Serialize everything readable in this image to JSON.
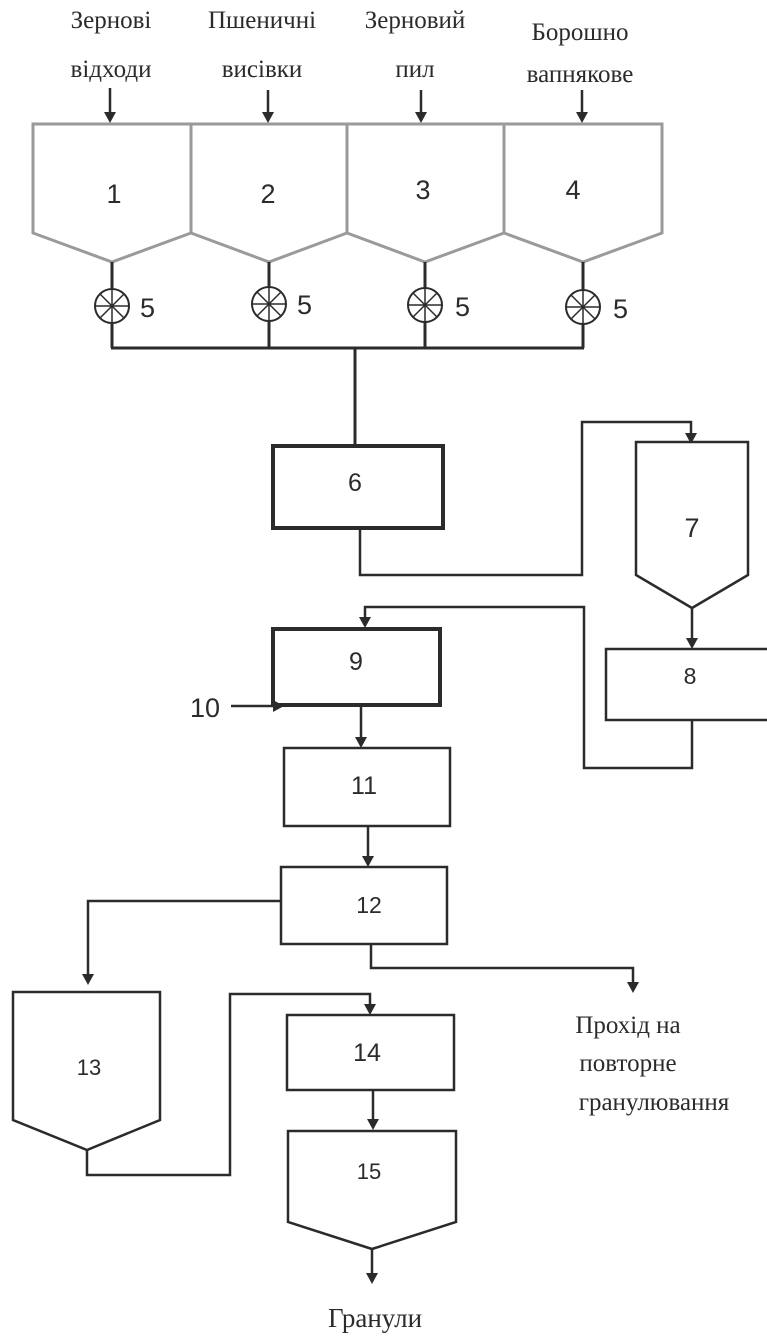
{
  "inputs": [
    {
      "line1": "Зернові",
      "line2": "відходи"
    },
    {
      "line1": "Пшеничні",
      "line2": "висівки"
    },
    {
      "line1": "Зерновий",
      "line2": "пил"
    },
    {
      "line1": "Борошно",
      "line2": "вапнякове"
    }
  ],
  "hoppers": [
    "1",
    "2",
    "3",
    "4"
  ],
  "feeder_label": "5",
  "nodes": {
    "n6": "6",
    "n7": "7",
    "n8": "8",
    "n9": "9",
    "n10": "10",
    "n11": "11",
    "n12": "12",
    "n13": "13",
    "n14": "14",
    "n15": "15"
  },
  "regranulation": {
    "line1": "Прохід на",
    "line2": "повторне",
    "line3": "гранулювання"
  },
  "output": "Гранули"
}
